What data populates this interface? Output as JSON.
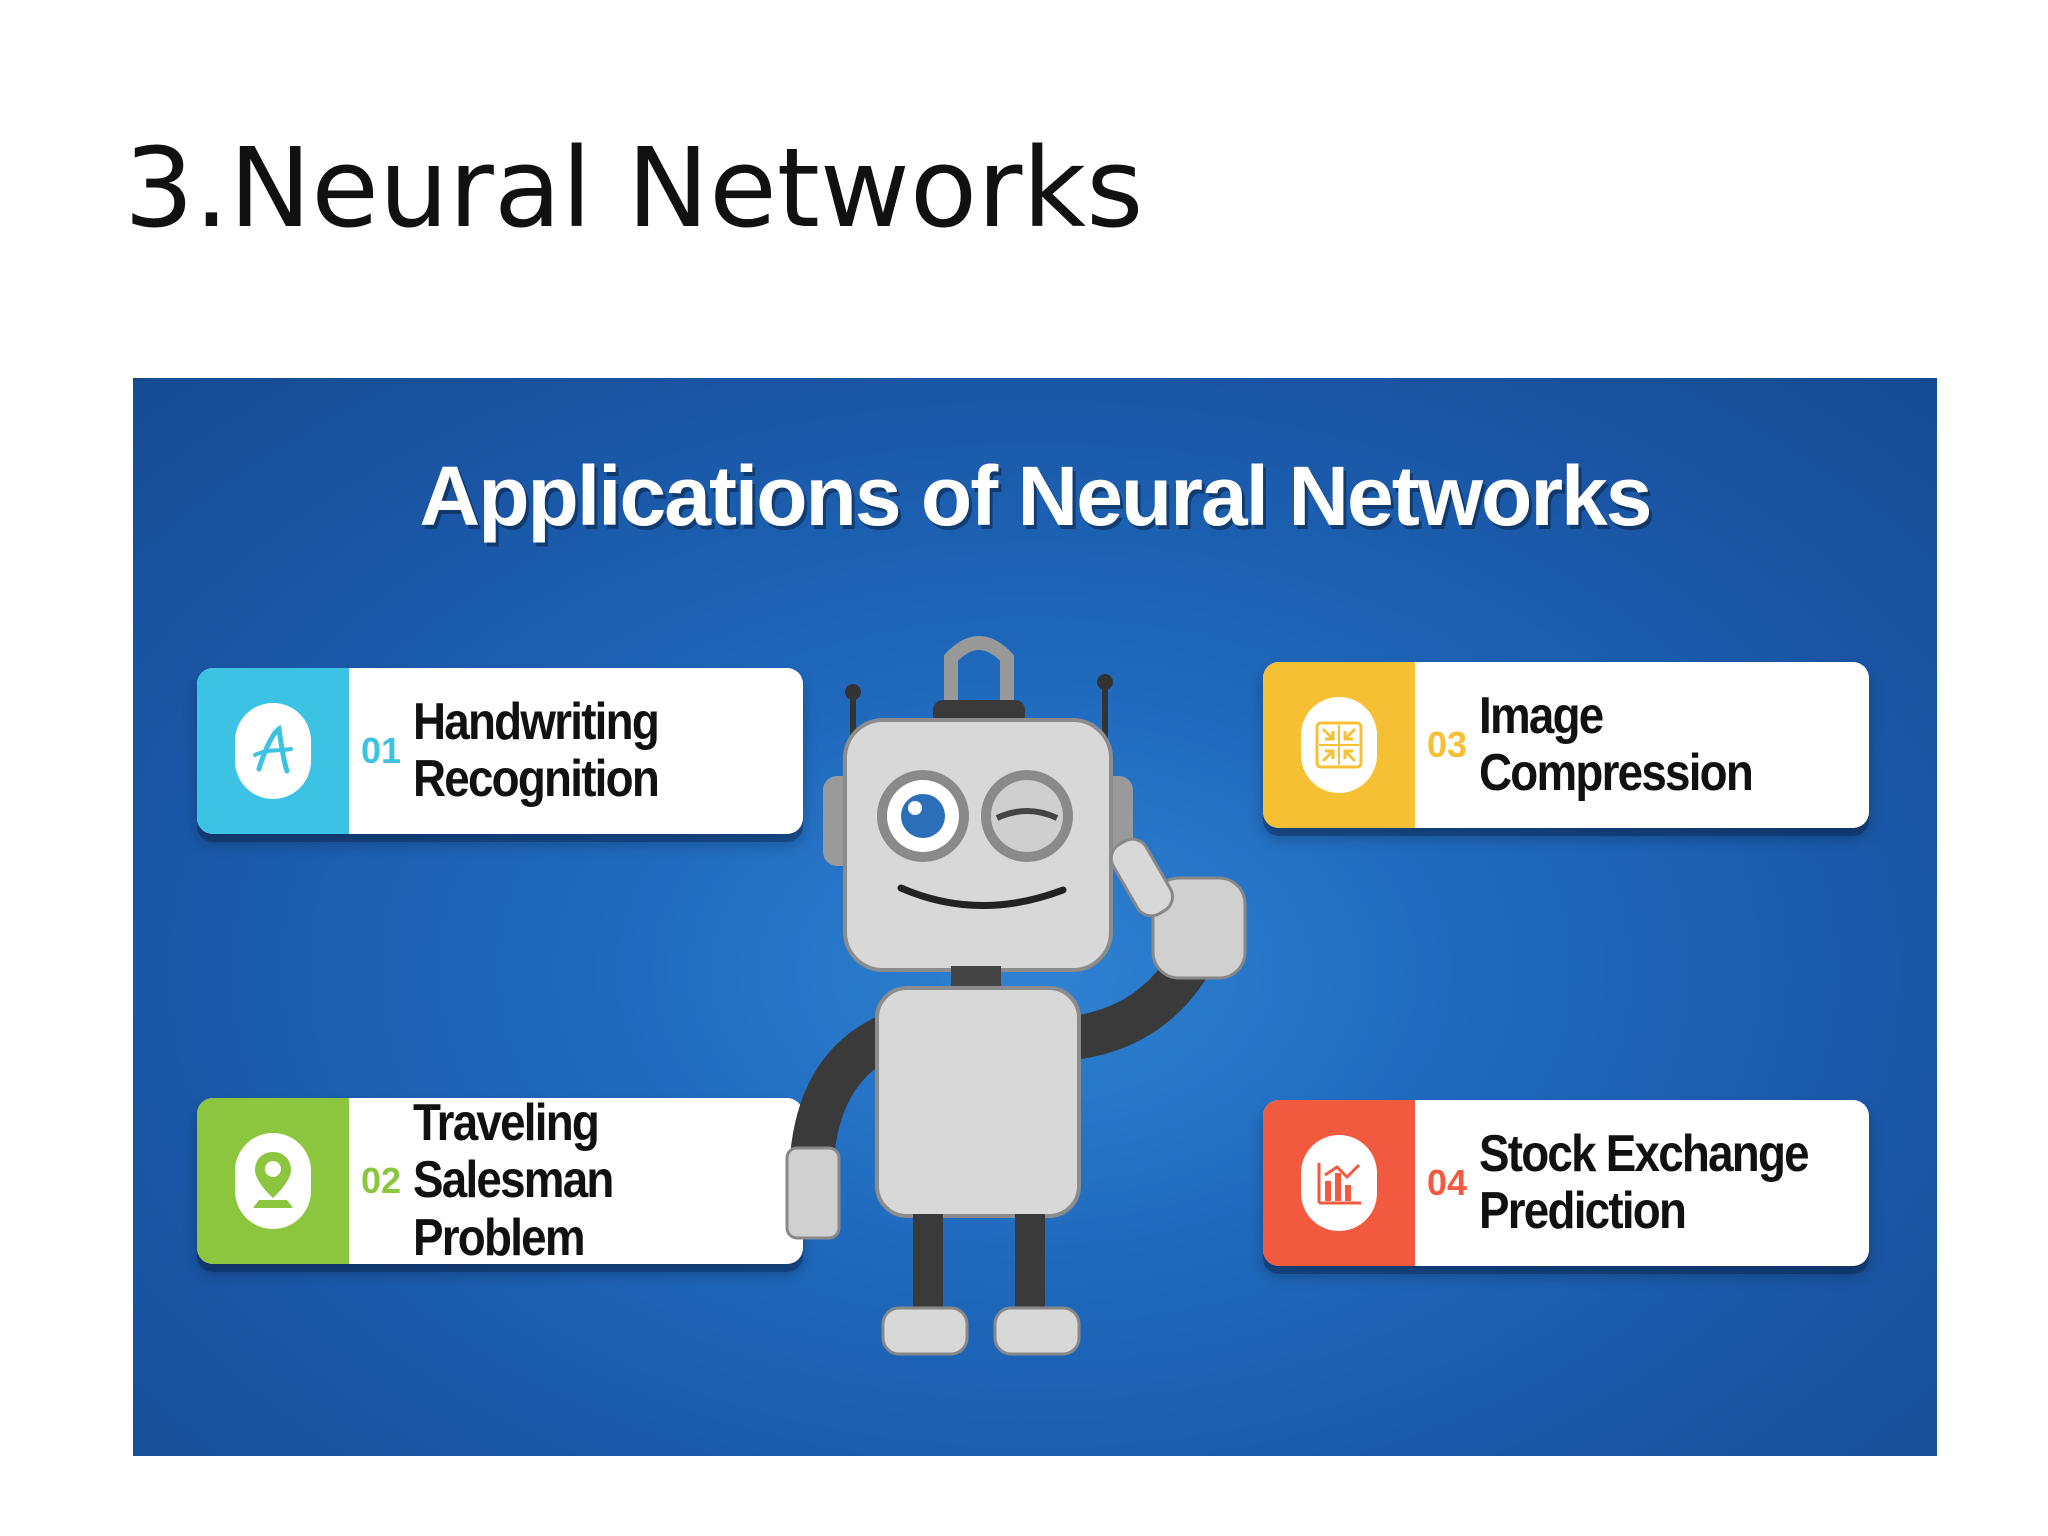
{
  "slide": {
    "title": "3.Neural Networks"
  },
  "infographic": {
    "heading": "Applications of Neural Networks",
    "items": [
      {
        "number": "01",
        "label": "Handwriting\nRecognition",
        "icon": "handwriting-letter-icon",
        "color": "#3cc3e3"
      },
      {
        "number": "02",
        "label": "Traveling Salesman\nProblem",
        "icon": "map-pin-icon",
        "color": "#8cc63f"
      },
      {
        "number": "03",
        "label": "Image Compression",
        "icon": "compress-arrows-icon",
        "color": "#f6c034"
      },
      {
        "number": "04",
        "label": "Stock Exchange\nPrediction",
        "icon": "stock-chart-icon",
        "color": "#f15a3f"
      }
    ],
    "illustration": "robot-thumbs-up"
  }
}
